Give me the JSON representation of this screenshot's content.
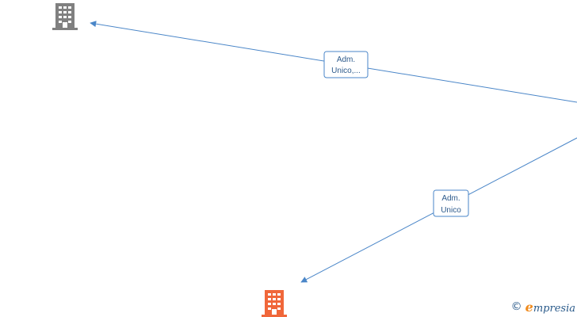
{
  "diagram": {
    "nodes": [
      {
        "id": "company-top",
        "kind": "building",
        "color": "#808080"
      },
      {
        "id": "company-bottom",
        "kind": "building",
        "color": "#f0673a"
      },
      {
        "id": "person-right",
        "kind": "offscreen"
      }
    ],
    "edges": [
      {
        "id": "edge-top",
        "from": "person-right",
        "to": "company-top",
        "label_line1": "Adm.",
        "label_line2": "Unico,..."
      },
      {
        "id": "edge-bottom",
        "from": "person-right",
        "to": "company-bottom",
        "label_line1": "Adm.",
        "label_line2": "Unico"
      }
    ],
    "colors": {
      "edge": "#4a86c8",
      "label_border": "#4a86c8",
      "label_text": "#2d5a8c"
    }
  },
  "watermark": {
    "copyright_symbol": "©",
    "brand_initial": "e",
    "brand_rest": "mpresia"
  }
}
